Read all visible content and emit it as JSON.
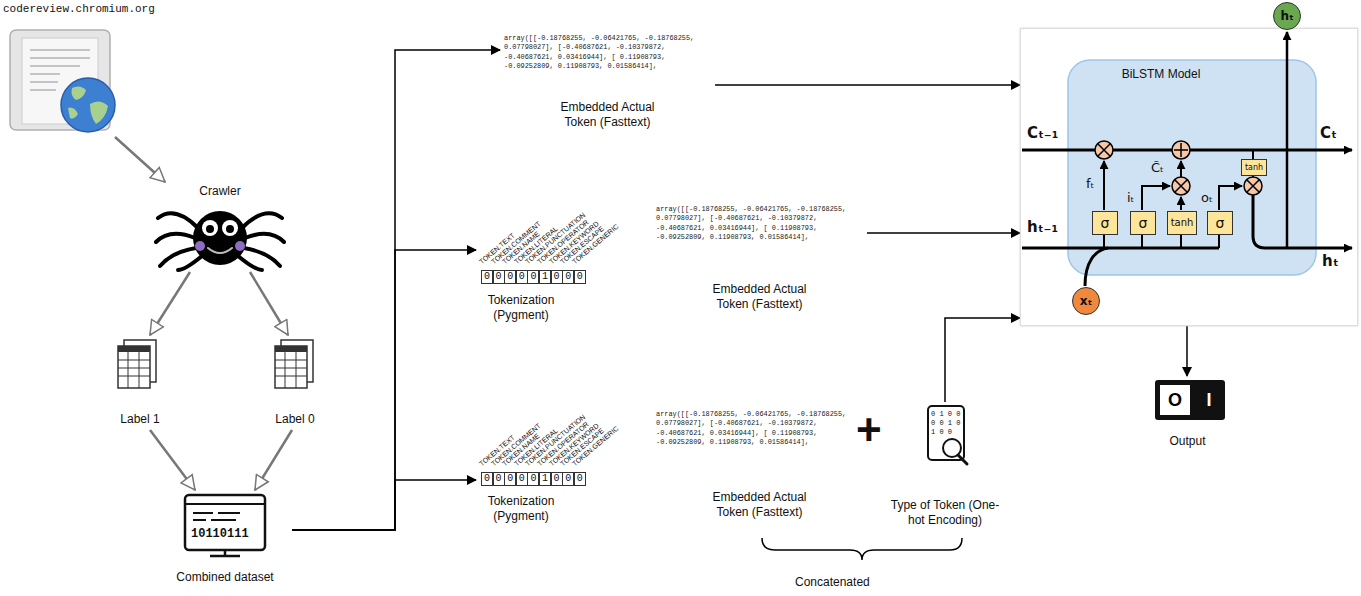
{
  "diagram": {
    "nodes": [
      {
        "text": [
          "codereview.chromium.org"
        ]
      },
      {
        "text": [
          "Crawler"
        ]
      },
      {
        "text": [
          "Label 1"
        ]
      },
      {
        "text": [
          "Label 0"
        ]
      },
      {
        "text": [
          "Combined dataset"
        ]
      },
      {
        "text": [
          "array([[-0.18768255, -0.06421765, -0.18768255, 0.07798027], [-0.40687621, -0.10379872, -0.40687621, 0.03416944], [ 0.11908793, -0.09252809, 0.11908793, 0.01586414],",
          "Embedded Actual Token (Fasttext)"
        ]
      },
      {
        "text": [
          "Tokenization (Pygment)"
        ]
      },
      {
        "text": [
          "array([[-0.18768255, -0.06421765, -0.18768255, 0.07798027], [-0.40687621, -0.10379872, -0.40687621, 0.03416944], [ 0.11908793, -0.09252809, 0.11908793, 0.01586414],",
          "Embedded Actual Token (Fasttext)"
        ]
      },
      {
        "text": [
          "Tokenization (Pygment)"
        ]
      },
      {
        "text": [
          "array([[-0.18768255, -0.06421765, -0.18768255, 0.07798027], [-0.40687621, -0.10379872, -0.40687621, 0.03416944], [ 0.11908793, -0.09252809, 0.11908793, 0.01586414],",
          "Embedded Actual Token (Fasttext)"
        ]
      },
      {
        "text": [
          "Type of Token (One-hot Encoding)"
        ]
      },
      {
        "text": [
          "BiLSTM Model"
        ]
      },
      {
        "text": [
          "σ"
        ],
        "in": 11
      },
      {
        "text": [
          "σ"
        ],
        "in": 11
      },
      {
        "text": [
          "tanh"
        ],
        "in": 11
      },
      {
        "text": [
          "σ"
        ],
        "in": 11
      },
      {
        "text": [
          "tanh"
        ],
        "in": 11
      },
      {
        "text": [
          "xₜ"
        ],
        "in": 11
      },
      {
        "text": [
          "hₜ"
        ]
      },
      {
        "text": [
          "Output"
        ]
      }
    ],
    "edges": [
      {
        "from": 0,
        "to": 1,
        "arrow": "to"
      },
      {
        "from": 1,
        "to": 2,
        "arrow": "to"
      },
      {
        "from": 1,
        "to": 3,
        "arrow": "to"
      },
      {
        "from": 2,
        "to": 4,
        "arrow": "to"
      },
      {
        "from": 3,
        "to": 4,
        "arrow": "to"
      },
      {
        "from": 4,
        "to": 5,
        "arrow": "to"
      },
      {
        "from": 4,
        "to": 6,
        "arrow": "to"
      },
      {
        "from": 4,
        "to": 8,
        "arrow": "to"
      },
      {
        "from": 5,
        "to": 11,
        "arrow": "to"
      },
      {
        "from": 7,
        "to": 11,
        "arrow": "to"
      },
      {
        "from": 10,
        "to": 11,
        "arrow": "to"
      },
      {
        "from": 11,
        "to": 19,
        "arrow": "to"
      }
    ],
    "labels": [
      "10110111",
      "TOKEN.TEXT",
      "TOKEN.COMMENT",
      "TOKEN.NAME",
      "TOKEN.LITERAL",
      "TOKEN.PUNCTUATION",
      "TOKEN.OPERATOR",
      "TOKEN.KEYWORD",
      "TOKEN.ESCAPE",
      "TOKEN.GENERIC",
      "0",
      "0",
      "0",
      "0",
      "0",
      "1",
      "0",
      "0",
      "0",
      "TOKEN.TEXT",
      "TOKEN.COMMENT",
      "TOKEN.NAME",
      "TOKEN.LITERAL",
      "TOKEN.PUNCTUATION",
      "TOKEN.OPERATOR",
      "TOKEN.KEYWORD",
      "TOKEN.ESCAPE",
      "TOKEN.GENERIC",
      "0",
      "0",
      "0",
      "0",
      "0",
      "1",
      "0",
      "0",
      "0",
      "+",
      "0 1 0 0",
      "0 0 1 0",
      "1 0 0",
      "Concatenated",
      "Cₜ₋₁",
      "Cₜ",
      "hₜ₋₁",
      "hₜ",
      "fₜ",
      "iₜ",
      "C̃ₜ",
      "oₜ",
      "O",
      "I"
    ]
  }
}
